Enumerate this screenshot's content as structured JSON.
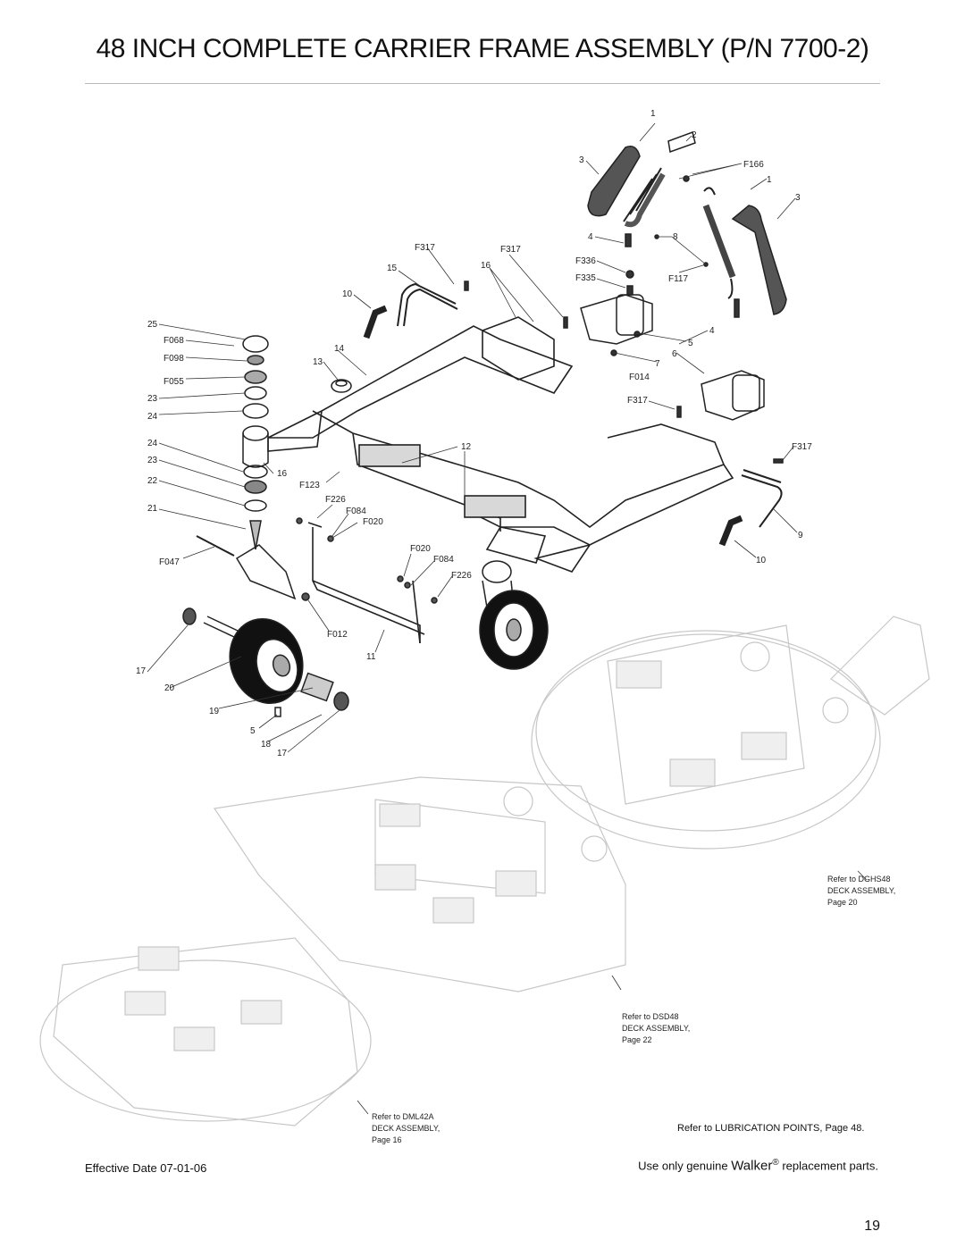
{
  "title": "48 INCH COMPLETE CARRIER FRAME ASSEMBLY (P/N 7700-2)",
  "callouts": [
    {
      "id": "c1",
      "text": "1"
    },
    {
      "id": "c2",
      "text": "2"
    },
    {
      "id": "c3",
      "text": "3"
    },
    {
      "id": "cF166",
      "text": "F166"
    },
    {
      "id": "c1b",
      "text": "1"
    },
    {
      "id": "c3b",
      "text": "3"
    },
    {
      "id": "c4",
      "text": "4"
    },
    {
      "id": "c8",
      "text": "8"
    },
    {
      "id": "cF336",
      "text": "F336"
    },
    {
      "id": "cF335",
      "text": "F335"
    },
    {
      "id": "cF117",
      "text": "F117"
    },
    {
      "id": "cF317a",
      "text": "F317"
    },
    {
      "id": "cF317b",
      "text": "F317"
    },
    {
      "id": "c15",
      "text": "15"
    },
    {
      "id": "c16a",
      "text": "16"
    },
    {
      "id": "c10a",
      "text": "10"
    },
    {
      "id": "c4b",
      "text": "4"
    },
    {
      "id": "c5a",
      "text": "5"
    },
    {
      "id": "c6",
      "text": "6"
    },
    {
      "id": "c7",
      "text": "7"
    },
    {
      "id": "cF014",
      "text": "F014"
    },
    {
      "id": "cF317c",
      "text": "F317"
    },
    {
      "id": "cF317d",
      "text": "F317"
    },
    {
      "id": "c25",
      "text": "25"
    },
    {
      "id": "cF068",
      "text": "F068"
    },
    {
      "id": "cF098",
      "text": "F098"
    },
    {
      "id": "cF055",
      "text": "F055"
    },
    {
      "id": "c23a",
      "text": "23"
    },
    {
      "id": "c24a",
      "text": "24"
    },
    {
      "id": "c14",
      "text": "14"
    },
    {
      "id": "c13",
      "text": "13"
    },
    {
      "id": "c24b",
      "text": "24"
    },
    {
      "id": "c23b",
      "text": "23"
    },
    {
      "id": "c22",
      "text": "22"
    },
    {
      "id": "c16b",
      "text": "16"
    },
    {
      "id": "cF123",
      "text": "F123"
    },
    {
      "id": "c12",
      "text": "12"
    },
    {
      "id": "c21",
      "text": "21"
    },
    {
      "id": "cF226a",
      "text": "F226"
    },
    {
      "id": "cF084a",
      "text": "F084"
    },
    {
      "id": "cF020a",
      "text": "F020"
    },
    {
      "id": "cF047",
      "text": "F047"
    },
    {
      "id": "cF020b",
      "text": "F020"
    },
    {
      "id": "cF084b",
      "text": "F084"
    },
    {
      "id": "cF226b",
      "text": "F226"
    },
    {
      "id": "c9",
      "text": "9"
    },
    {
      "id": "c10b",
      "text": "10"
    },
    {
      "id": "cF012",
      "text": "F012"
    },
    {
      "id": "c11",
      "text": "11"
    },
    {
      "id": "c17a",
      "text": "17"
    },
    {
      "id": "c20",
      "text": "20"
    },
    {
      "id": "c19",
      "text": "19"
    },
    {
      "id": "c5b",
      "text": "5"
    },
    {
      "id": "c18",
      "text": "18"
    },
    {
      "id": "c17b",
      "text": "17"
    }
  ],
  "refs": {
    "dghs": [
      "Refer to DGHS48",
      "DECK ASSEMBLY,",
      "Page 20"
    ],
    "dsd": [
      "Refer to DSD48",
      "DECK ASSEMBLY,",
      "Page 22"
    ],
    "dml": [
      "Refer to DML42A",
      "DECK ASSEMBLY,",
      "Page 16"
    ]
  },
  "lubrication": "Refer to LUBRICATION POINTS, Page 48.",
  "footer": {
    "effective": "Effective Date 07-01-06",
    "use_prefix": "Use only genuine",
    "brand": "Walker",
    "reg": "®",
    "use_suffix": "replacement parts."
  },
  "page_number": "19"
}
